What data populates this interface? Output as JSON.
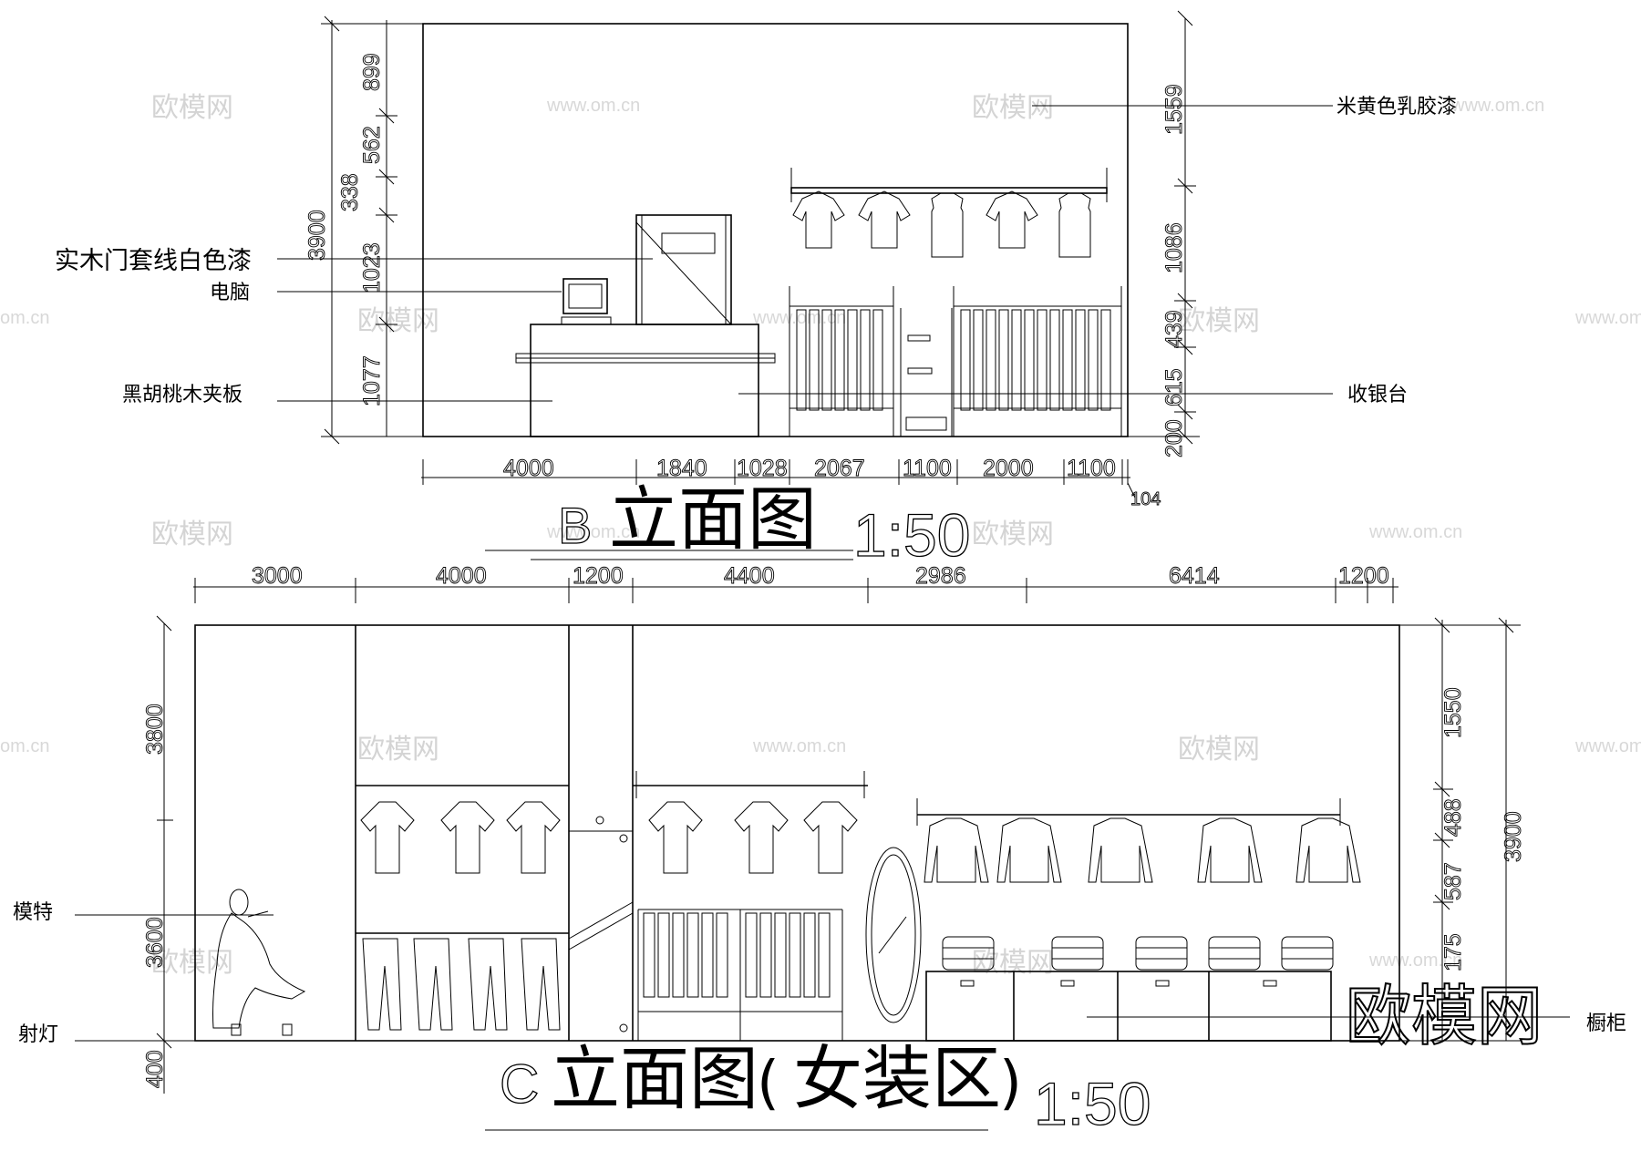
{
  "watermarks": {
    "brand": "欧模网",
    "url": "www.om.cn",
    "url_partial": "om.cn"
  },
  "logo": "欧模网",
  "elevation_b": {
    "title_letter": "B",
    "title": "立面图",
    "scale": "1:50",
    "labels": {
      "wall_paint": "米黄色乳胶漆",
      "door_trim": "实木门套线白色漆",
      "computer": "电脑",
      "counter_panel": "黑胡桃木夹板",
      "cashier": "收银台"
    },
    "left_dims": [
      "899",
      "562",
      "338",
      "1023",
      "1077",
      "3900"
    ],
    "right_dims": [
      "1559",
      "1086",
      "439",
      "615",
      "200"
    ],
    "bottom_dims": [
      "4000",
      "1840",
      "1028",
      "2067",
      "1100",
      "2000",
      "1100",
      "104"
    ]
  },
  "elevation_c": {
    "title_letter": "C",
    "title": "立面图",
    "title_paren_open": "(",
    "title_sub": "女装区",
    "title_paren_close": ")",
    "scale": "1:50",
    "labels": {
      "mannequin": "模特",
      "spotlight": "射灯",
      "cabinet": "橱柜"
    },
    "top_dims": [
      "3000",
      "4000",
      "1200",
      "4400",
      "2986",
      "6414",
      "1200"
    ],
    "left_dims": [
      "3800",
      "3600",
      "400"
    ],
    "right_dims": [
      "1550",
      "488",
      "587",
      "175",
      "3900"
    ]
  }
}
